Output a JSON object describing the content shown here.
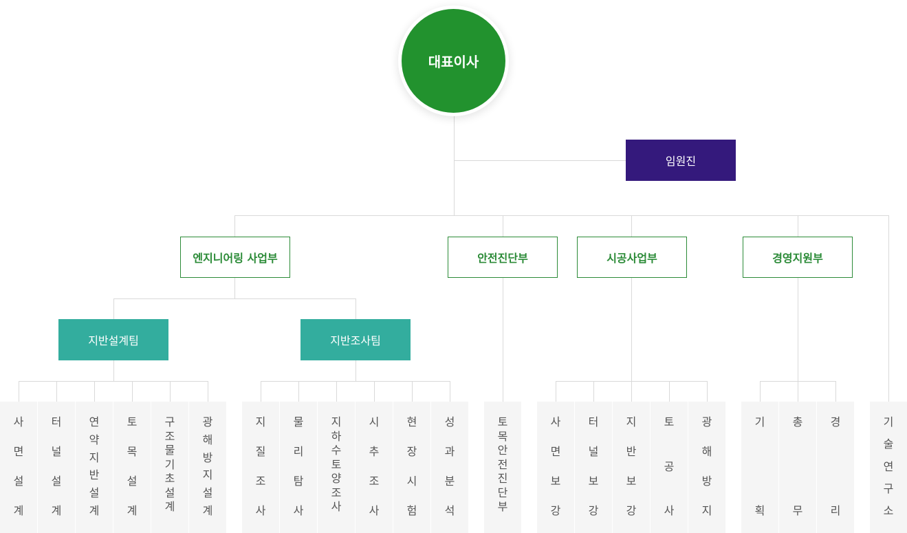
{
  "ceo": "대표이사",
  "executive": "임원진",
  "departments": {
    "engineering": "엔지니어링 사업부",
    "safety": "안전진단부",
    "construction": "시공사업부",
    "management": "경영지원부"
  },
  "teams": {
    "ground_design": "지반설계팀",
    "ground_survey": "지반조사팀"
  },
  "units": {
    "ground_design": [
      "사면설계",
      "터널설계",
      "연약지반설계",
      "토목설계",
      "구조물기초설계",
      "광해방지설계"
    ],
    "ground_survey": [
      "지질조사",
      "물리탐사",
      "지하수토양조사",
      "시추조사",
      "현장시험",
      "성과분석"
    ],
    "safety": [
      "토목안전진단부"
    ],
    "construction": [
      "사면보강",
      "터널보강",
      "지반보강",
      "토공사",
      "광해방지"
    ],
    "management": [
      "기획",
      "총무",
      "경리"
    ],
    "research": [
      "기술연구소"
    ]
  },
  "colors": {
    "ceo": "#22922e",
    "executive": "#34197c",
    "department_border": "#2a8a36",
    "team": "#33ad9e",
    "unit_bg": "#f5f5f5",
    "line": "#d9d9d9"
  }
}
